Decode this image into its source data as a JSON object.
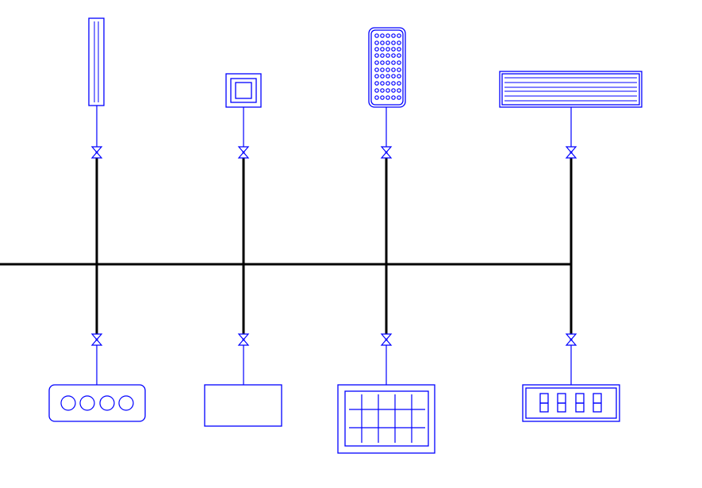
{
  "colors": {
    "pipe": "#000000",
    "equipment": "#0000ff",
    "background": "#ffffff"
  },
  "diagram": {
    "type": "piping-schematic",
    "branches": [
      {
        "top": "vertical-panel",
        "bottom": "four-burner-unit"
      },
      {
        "top": "square-vent",
        "bottom": "plain-cabinet"
      },
      {
        "top": "perforated-panel",
        "bottom": "grid-panel"
      },
      {
        "top": "louvered-unit",
        "bottom": "four-segment-display-unit"
      }
    ]
  }
}
